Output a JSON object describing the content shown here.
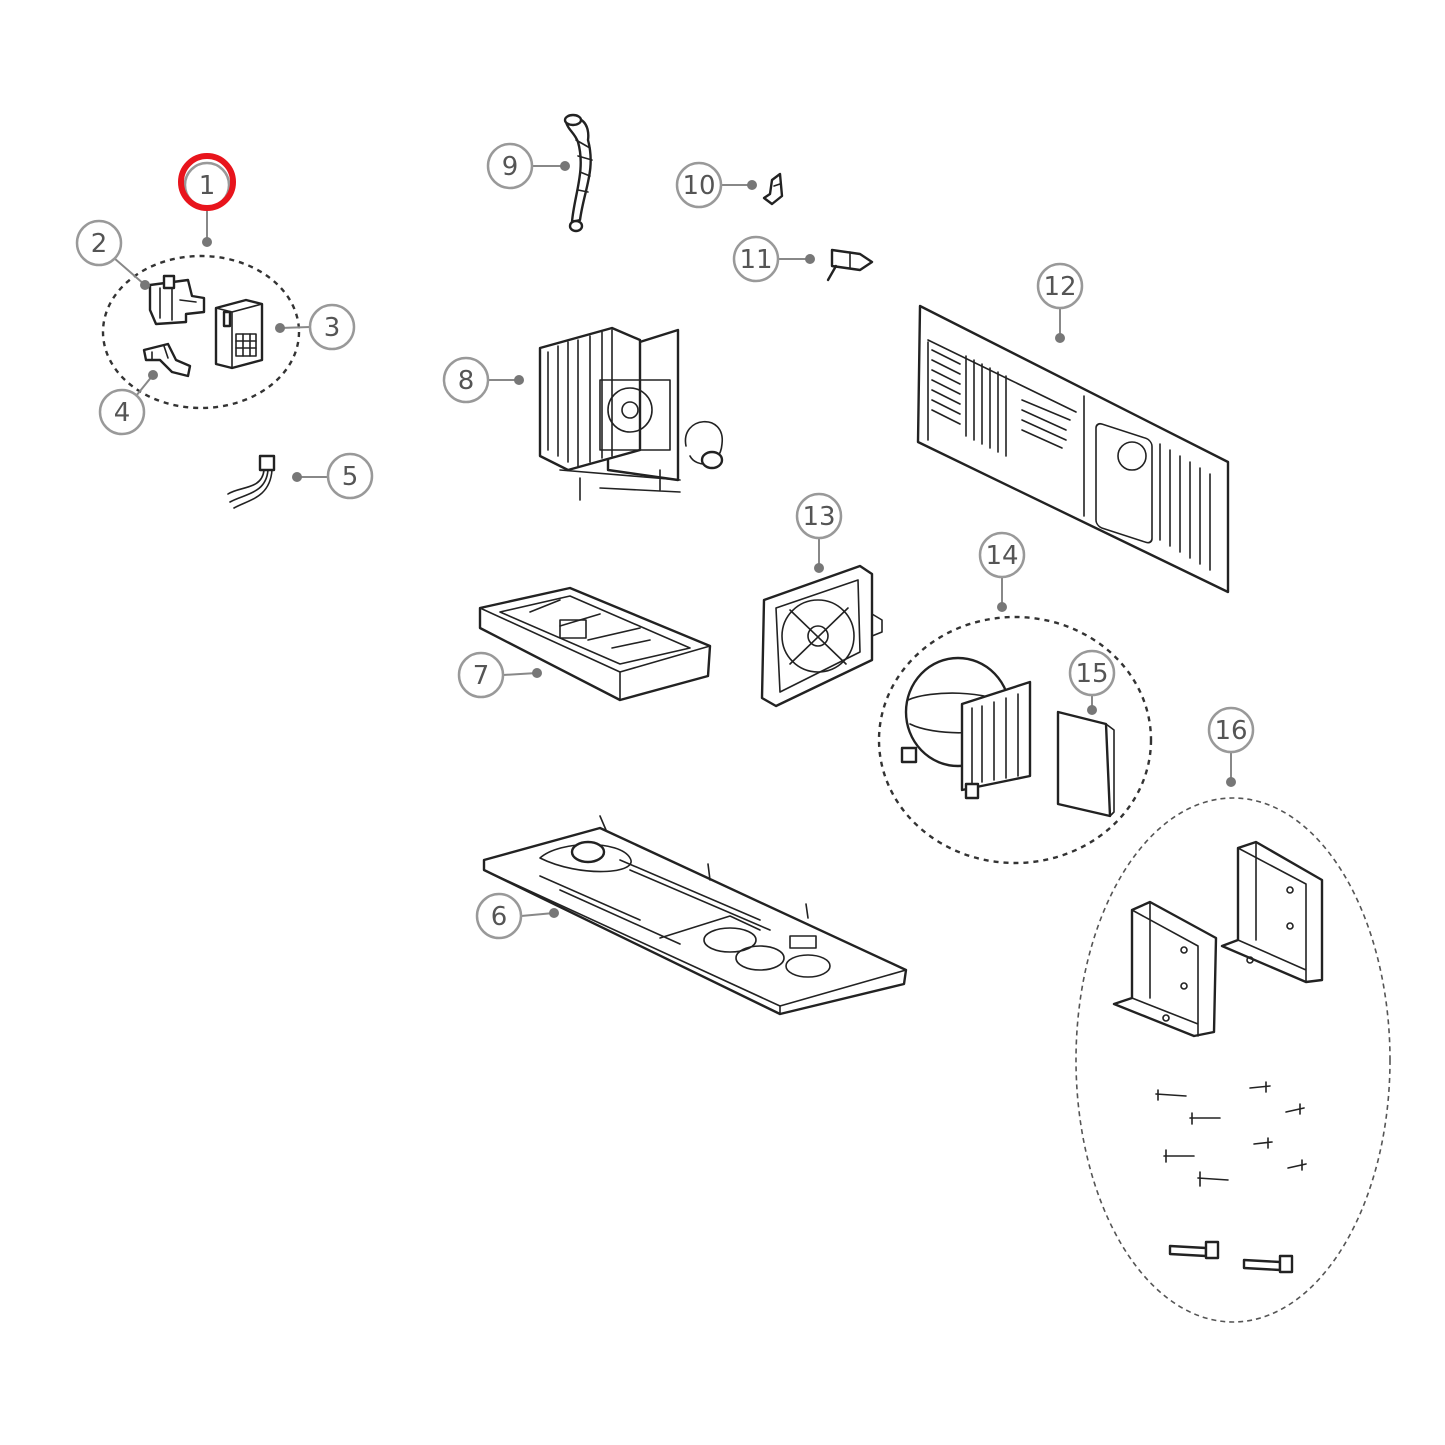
{
  "callouts": [
    {
      "id": "1",
      "label": "1"
    },
    {
      "id": "2",
      "label": "2"
    },
    {
      "id": "3",
      "label": "3"
    },
    {
      "id": "4",
      "label": "4"
    },
    {
      "id": "5",
      "label": "5"
    },
    {
      "id": "6",
      "label": "6"
    },
    {
      "id": "7",
      "label": "7"
    },
    {
      "id": "8",
      "label": "8"
    },
    {
      "id": "9",
      "label": "9"
    },
    {
      "id": "10",
      "label": "10"
    },
    {
      "id": "11",
      "label": "11"
    },
    {
      "id": "12",
      "label": "12"
    },
    {
      "id": "13",
      "label": "13"
    },
    {
      "id": "14",
      "label": "14"
    },
    {
      "id": "15",
      "label": "15"
    },
    {
      "id": "16",
      "label": "16"
    }
  ],
  "highlighted_callout": "1",
  "colors": {
    "highlight": "#e8141c",
    "line_art": "#222222",
    "callout_text": "#555555"
  }
}
